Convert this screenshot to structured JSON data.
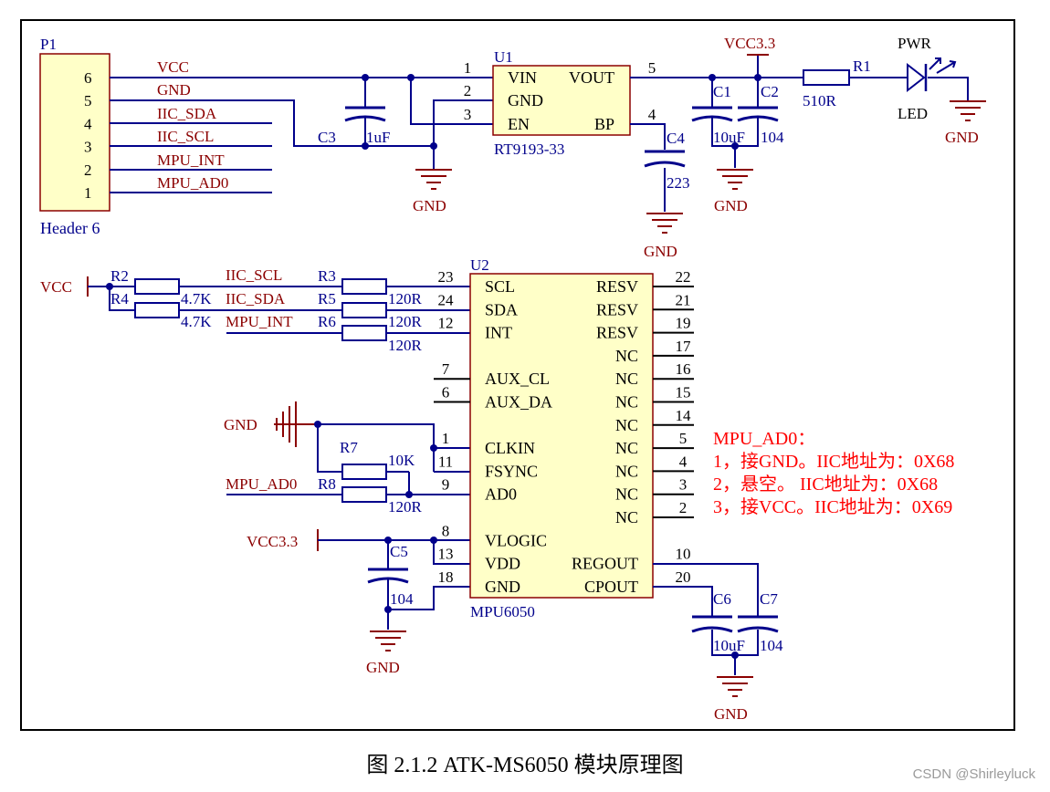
{
  "colors": {
    "wire": "#00008b",
    "comp": "#8b0000",
    "text": "#000000",
    "fill": "#ffffc8",
    "note": "#ff0000"
  },
  "p1": {
    "ref": "P1",
    "name": "Header 6",
    "pins": [
      "6",
      "5",
      "4",
      "3",
      "2",
      "1"
    ],
    "nets": [
      "VCC",
      "GND",
      "IIC_SDA",
      "IIC_SCL",
      "MPU_INT",
      "MPU_AD0"
    ]
  },
  "u1": {
    "ref": "U1",
    "value": "RT9193-33",
    "left": [
      {
        "pin": "1",
        "name": "VIN"
      },
      {
        "pin": "2",
        "name": "GND"
      },
      {
        "pin": "3",
        "name": "EN"
      }
    ],
    "right": [
      {
        "pin": "5",
        "name": "VOUT"
      },
      {
        "pin": "4",
        "name": "BP"
      }
    ]
  },
  "u2": {
    "ref": "U2",
    "value": "MPU6050",
    "left": [
      {
        "pin": "23",
        "name": "SCL"
      },
      {
        "pin": "24",
        "name": "SDA"
      },
      {
        "pin": "12",
        "name": "INT"
      },
      {
        "pin": "",
        "name": ""
      },
      {
        "pin": "7",
        "name": "AUX_CL"
      },
      {
        "pin": "6",
        "name": "AUX_DA"
      },
      {
        "pin": "",
        "name": ""
      },
      {
        "pin": "1",
        "name": "CLKIN"
      },
      {
        "pin": "11",
        "name": "FSYNC"
      },
      {
        "pin": "9",
        "name": "AD0"
      },
      {
        "pin": "",
        "name": ""
      },
      {
        "pin": "8",
        "name": "VLOGIC"
      },
      {
        "pin": "13",
        "name": "VDD"
      },
      {
        "pin": "18",
        "name": "GND"
      }
    ],
    "right": [
      {
        "pin": "22",
        "name": "RESV"
      },
      {
        "pin": "21",
        "name": "RESV"
      },
      {
        "pin": "19",
        "name": "RESV"
      },
      {
        "pin": "17",
        "name": "NC"
      },
      {
        "pin": "16",
        "name": "NC"
      },
      {
        "pin": "15",
        "name": "NC"
      },
      {
        "pin": "14",
        "name": "NC"
      },
      {
        "pin": "5",
        "name": "NC"
      },
      {
        "pin": "4",
        "name": "NC"
      },
      {
        "pin": "3",
        "name": "NC"
      },
      {
        "pin": "2",
        "name": "NC"
      },
      {
        "pin": "",
        "name": ""
      },
      {
        "pin": "10",
        "name": "REGOUT"
      },
      {
        "pin": "20",
        "name": "CPOUT"
      }
    ]
  },
  "caps": {
    "c1": {
      "ref": "C1",
      "value": "10uF"
    },
    "c2": {
      "ref": "C2",
      "value": "104"
    },
    "c3": {
      "ref": "C3",
      "value": "1uF"
    },
    "c4": {
      "ref": "C4",
      "value": "223"
    },
    "c5": {
      "ref": "C5",
      "value": "104"
    },
    "c6": {
      "ref": "C6",
      "value": "10uF"
    },
    "c7": {
      "ref": "C7",
      "value": "104"
    }
  },
  "resistors": {
    "r1": {
      "ref": "R1",
      "value": "510R"
    },
    "r2": {
      "ref": "R2",
      "value": "4.7K"
    },
    "r4": {
      "ref": "R4",
      "value": "4.7K"
    },
    "r3": {
      "ref": "R3",
      "value": "120R"
    },
    "r5": {
      "ref": "R5",
      "value": "120R"
    },
    "r6": {
      "ref": "R6",
      "value": "120R"
    },
    "r7": {
      "ref": "R7",
      "value": "10K"
    },
    "r8": {
      "ref": "R8",
      "value": "120R"
    }
  },
  "led": {
    "ref": "PWR",
    "value": "LED"
  },
  "power": {
    "vcc": "VCC",
    "vcc33": "VCC3.3",
    "gnd": "GND"
  },
  "nets": {
    "iic_scl": "IIC_SCL",
    "iic_sda": "IIC_SDA",
    "mpu_int": "MPU_INT",
    "mpu_ad0": "MPU_AD0"
  },
  "note": {
    "title": "MPU_AD0：",
    "lines": [
      "1，接GND。IIC地址为：0X68",
      "2，悬空。 IIC地址为：0X68",
      "3，接VCC。IIC地址为：0X69"
    ]
  },
  "caption": "图 2.1.2 ATK-MS6050 模块原理图",
  "watermark": "CSDN @Shirleyluck"
}
